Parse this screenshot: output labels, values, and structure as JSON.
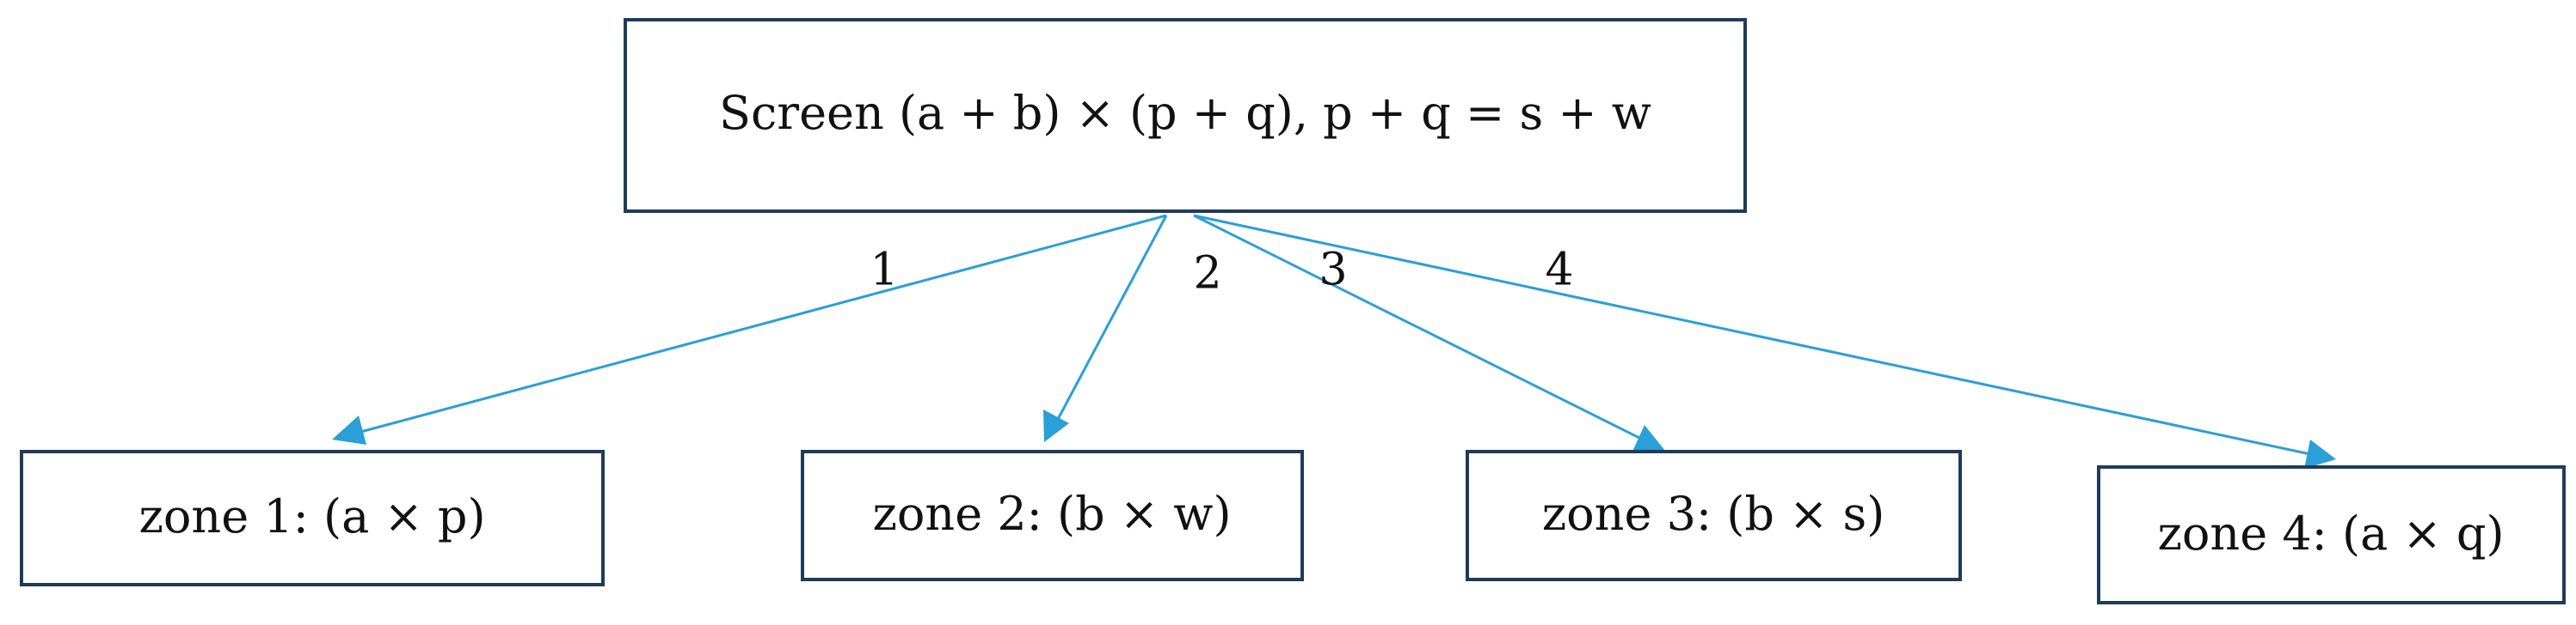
{
  "diagram": {
    "root": {
      "label": "Screen (a + b) × (p + q), p + q = s + w"
    },
    "edges": [
      {
        "label": "1",
        "target": "zone 1: (a × p)"
      },
      {
        "label": "2",
        "target": "zone 2: (b × w)"
      },
      {
        "label": "3",
        "target": "zone 3: (b × s)"
      },
      {
        "label": "4",
        "target": "zone 4: (a × q)"
      }
    ],
    "colors": {
      "box_border": "#1f3b5a",
      "arrow": "#2a9fd8",
      "text": "#111111"
    }
  }
}
